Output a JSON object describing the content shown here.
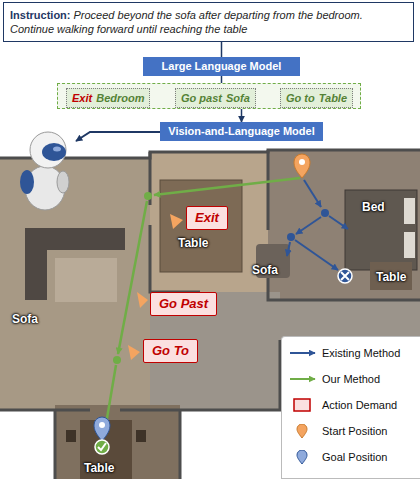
{
  "diagram": {
    "nodes": [
      {
        "text": [
          "Instruction:",
          "Proceed beyond the sofa after departing from the bedroom. Continue walking forward until reaching the table"
        ]
      },
      {
        "text": [
          "Large Language Model"
        ]
      },
      {
        "text": []
      },
      {
        "text": [
          "Exit",
          "Bedroom"
        ],
        "in": 2
      },
      {
        "text": [
          "Go past",
          "Sofa"
        ],
        "in": 2
      },
      {
        "text": [
          "Go to",
          "Table"
        ],
        "in": 2
      },
      {
        "text": [
          "Vision-and-Language Model"
        ]
      },
      {
        "text": [
          "Exit"
        ]
      },
      {
        "text": [
          "Go Past"
        ]
      },
      {
        "text": [
          "Go To"
        ]
      }
    ],
    "edges": [
      {
        "from": 0,
        "to": 1,
        "arrow": "none"
      },
      {
        "from": 1,
        "to": 2,
        "arrow": "none"
      },
      {
        "from": 3,
        "to": 4,
        "arrow": "to"
      },
      {
        "from": 4,
        "to": 5,
        "arrow": "to"
      },
      {
        "from": 2,
        "to": 6,
        "arrow": "to"
      }
    ],
    "labels": [
      "Bed",
      "Table",
      "Sofa",
      "Table",
      "Sofa",
      "Table"
    ],
    "legend": [
      {
        "text": "Existing Method"
      },
      {
        "text": "Our Method"
      },
      {
        "text": "Action Demand"
      },
      {
        "text": "Start Position"
      },
      {
        "text": "Goal Position"
      }
    ]
  }
}
